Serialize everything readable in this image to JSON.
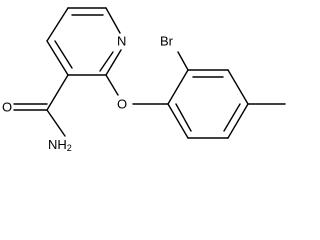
{
  "molecule": {
    "atoms": {
      "ring_nitrogen": "N",
      "bromine": "Br",
      "ether_oxygen": "O",
      "carbonyl_oxygen": "O",
      "amide_nitrogen": "NH",
      "amide_nitrogen_subscript": "2"
    },
    "colors": {
      "bond": "#000000",
      "label": "#000000",
      "background": "#ffffff"
    }
  }
}
